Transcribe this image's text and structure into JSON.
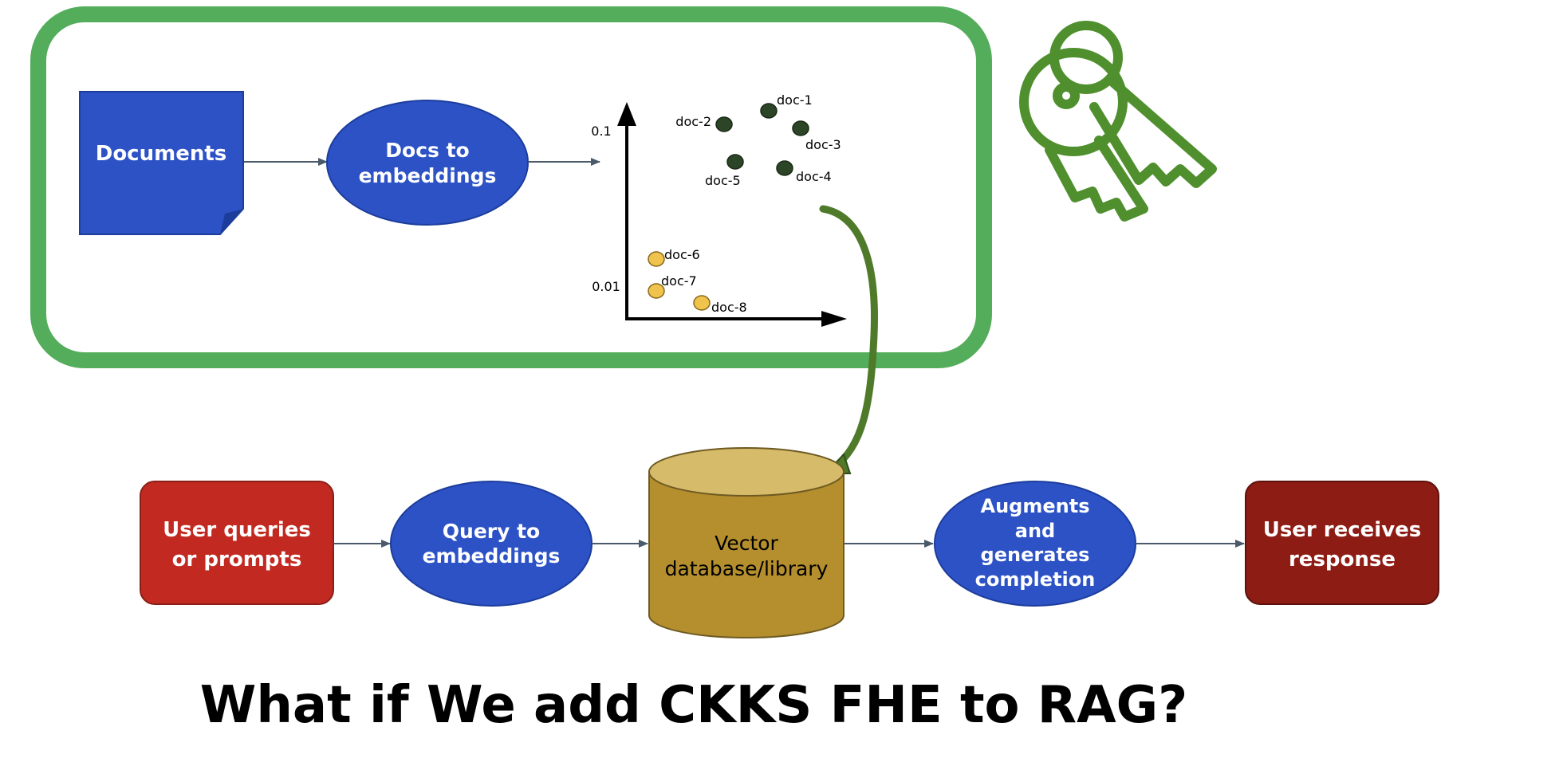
{
  "title": "What if We add CKKS FHE to RAG?",
  "colors": {
    "frame_green": "#53ad5b",
    "key_green": "#4f8f2d",
    "doc_blue": "#2c52c6",
    "ellipse_blue": "#2c52c6",
    "query_red": "#c22a21",
    "response_red": "#8d1c14",
    "db_body": "#b58f2e",
    "db_top": "#d5bb6a",
    "arrow_gray": "#4a5a6a",
    "curve_green": "#4e7a2a",
    "dot_dark": "#2b4526",
    "dot_yellow": "#f0c24e"
  },
  "icons": {
    "keys": "keys-icon"
  },
  "nodes": {
    "documents": "Documents",
    "docs_to_embeddings": [
      "Docs to",
      "embeddings"
    ],
    "user_queries": [
      "User queries",
      "or prompts"
    ],
    "query_to_embeddings": [
      "Query to",
      "embeddings"
    ],
    "vector_db": [
      "Vector",
      "database/library"
    ],
    "augments": [
      "Augments",
      "and",
      "generates",
      "completion"
    ],
    "user_receives": [
      "User receives",
      "response"
    ]
  },
  "chart_data": {
    "type": "scatter",
    "ytick_labels": [
      "0.1",
      "0.01"
    ],
    "series": [
      {
        "group": "dark",
        "color": "#2b4526",
        "labels": [
          "doc-1",
          "doc-2",
          "doc-3",
          "doc-4",
          "doc-5"
        ]
      },
      {
        "group": "yellow",
        "color": "#f0c24e",
        "labels": [
          "doc-6",
          "doc-7",
          "doc-8"
        ]
      }
    ]
  }
}
